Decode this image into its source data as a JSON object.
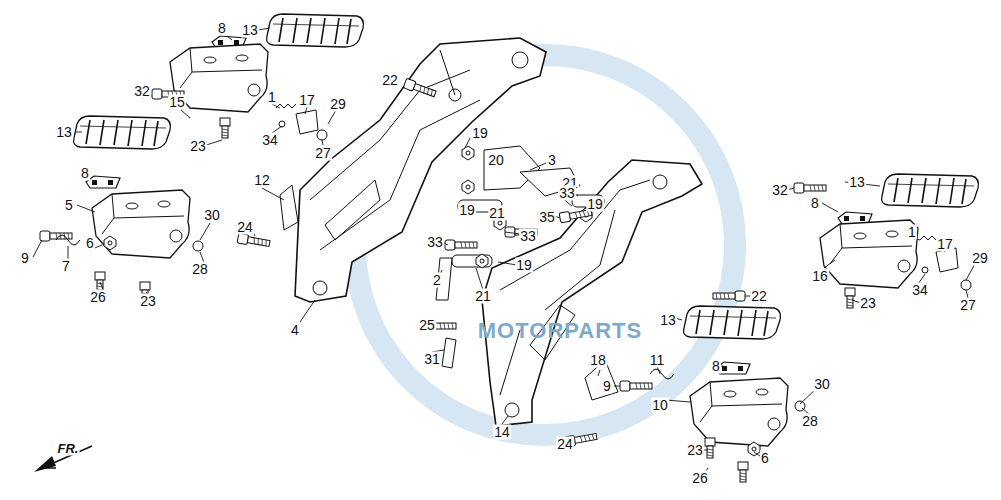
{
  "diagram": {
    "labels": [
      "8",
      "13",
      "22",
      "32",
      "1",
      "17",
      "29",
      "15",
      "34",
      "27",
      "23",
      "13",
      "19",
      "20",
      "3",
      "8",
      "12",
      "5",
      "30",
      "19",
      "21",
      "21",
      "33",
      "19",
      "35",
      "13",
      "32",
      "8",
      "9",
      "7",
      "6",
      "28",
      "24",
      "33",
      "33",
      "19",
      "22",
      "1",
      "17",
      "29",
      "16",
      "34",
      "23",
      "27",
      "2",
      "21",
      "26",
      "23",
      "4",
      "25",
      "13",
      "31",
      "18",
      "11",
      "8",
      "9",
      "30",
      "10",
      "28",
      "14",
      "24",
      "23",
      "6",
      "26",
      "FR.",
      "MOTORPARTS"
    ]
  }
}
